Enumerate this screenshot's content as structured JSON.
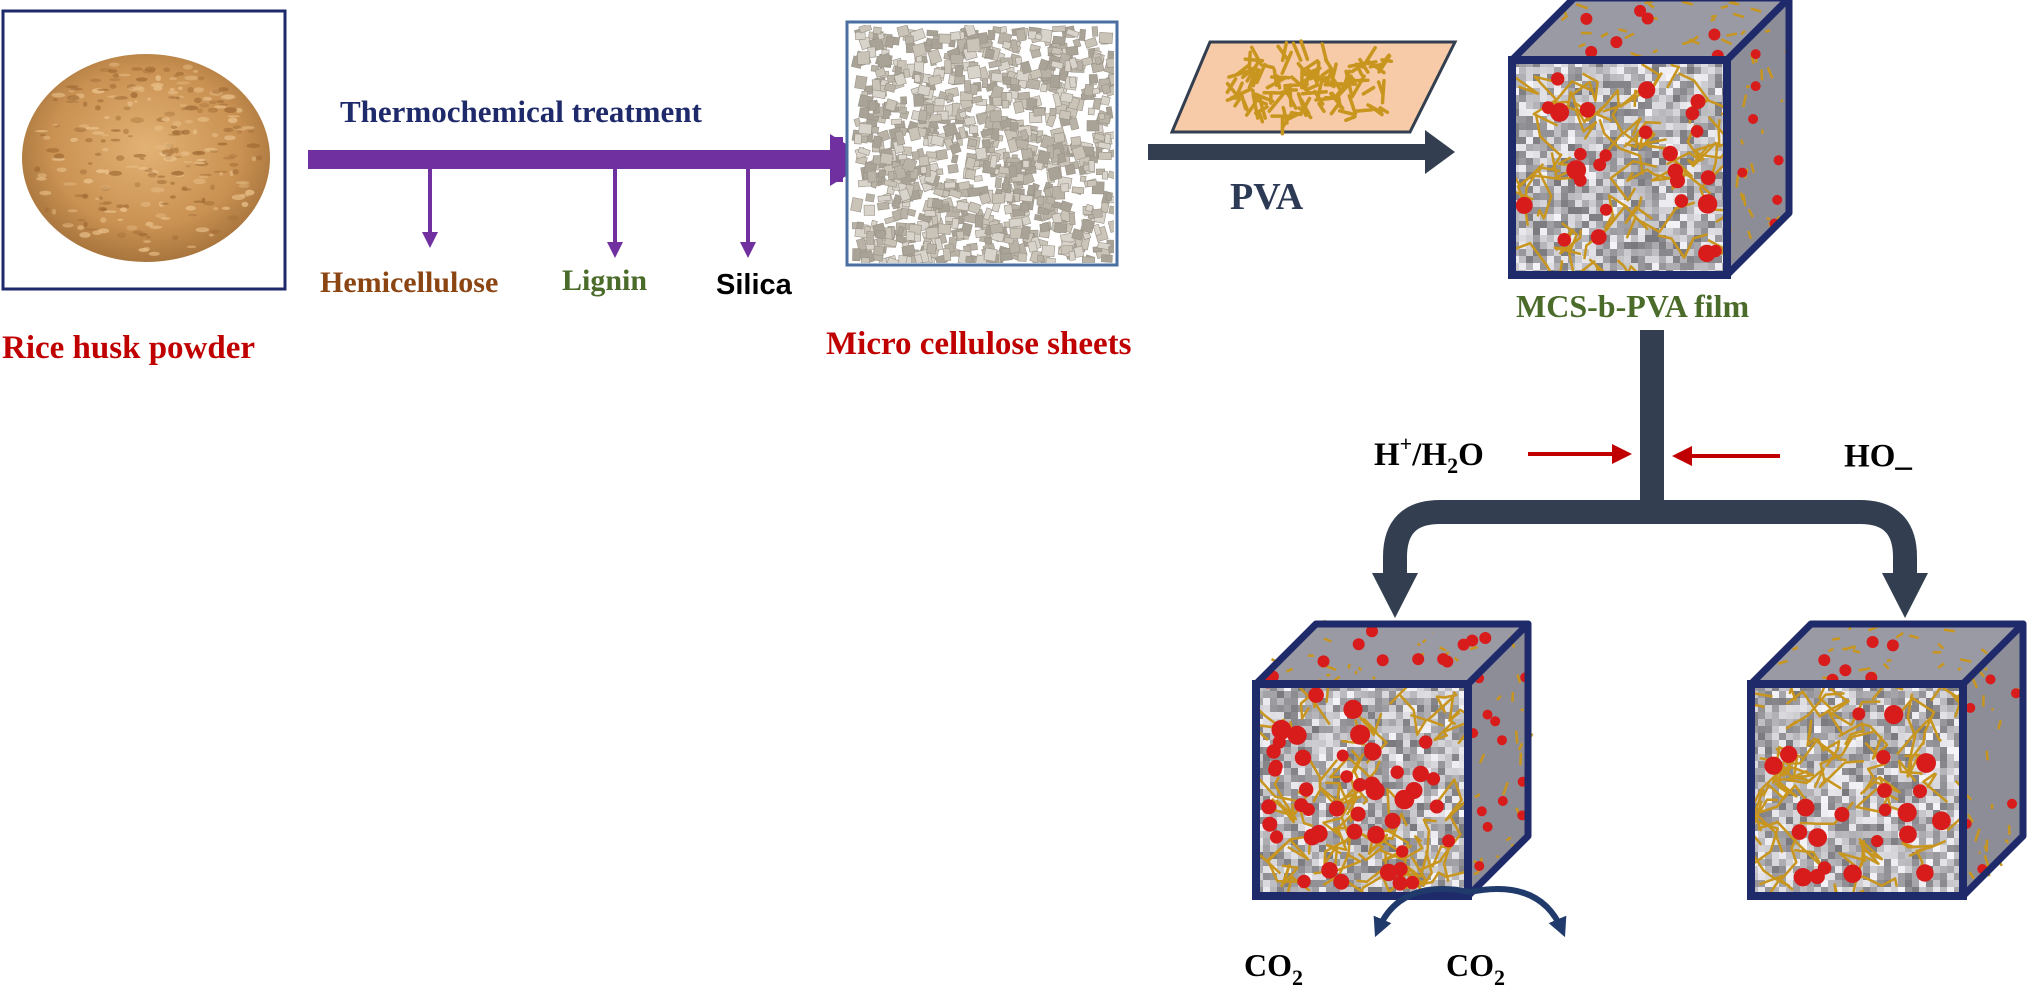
{
  "labels": {
    "rice_husk": "Rice husk powder",
    "treatment": "Thermochemical treatment",
    "hemicellulose": "Hemicellulose",
    "lignin": "Lignin",
    "silica": "Silica",
    "micro_cellulose": "Micro cellulose sheets",
    "pva": "PVA",
    "film": "MCS-b-PVA film",
    "acid_H": "H",
    "acid_plus": "+",
    "acid_mid": "/H",
    "acid_2": "2",
    "acid_O": "O",
    "base": "¯OH",
    "co2_left_main": "CO",
    "co2_left_sub": "2",
    "co2_right_main": "CO",
    "co2_right_sub": "2"
  },
  "colors": {
    "rice_husk_label": "#c00000",
    "treatment_label": "#1f2a6b",
    "treatment_arrow": "#7030a0",
    "hemicellulose": "#8b4513",
    "lignin": "#4a6b2a",
    "silica": "#000000",
    "micro_cellulose_label": "#c00000",
    "pva_label": "#2d3a55",
    "film_label": "#4a6b2a",
    "process_arrow": "#333f50",
    "reagent_arrow": "#c00000",
    "co2_arrow": "#1f3a6b",
    "cube_edge": "#1f2a6b",
    "chain": "#c8961e",
    "particle": "#d81b1b",
    "sheet_fill": "#f7caa8"
  },
  "icons": {
    "powder": "rice-husk-powder-image",
    "sheets": "micro-cellulose-sheets-image",
    "pva_sheet": "pva-film-sheet-image",
    "cube": "composite-film-cube"
  }
}
